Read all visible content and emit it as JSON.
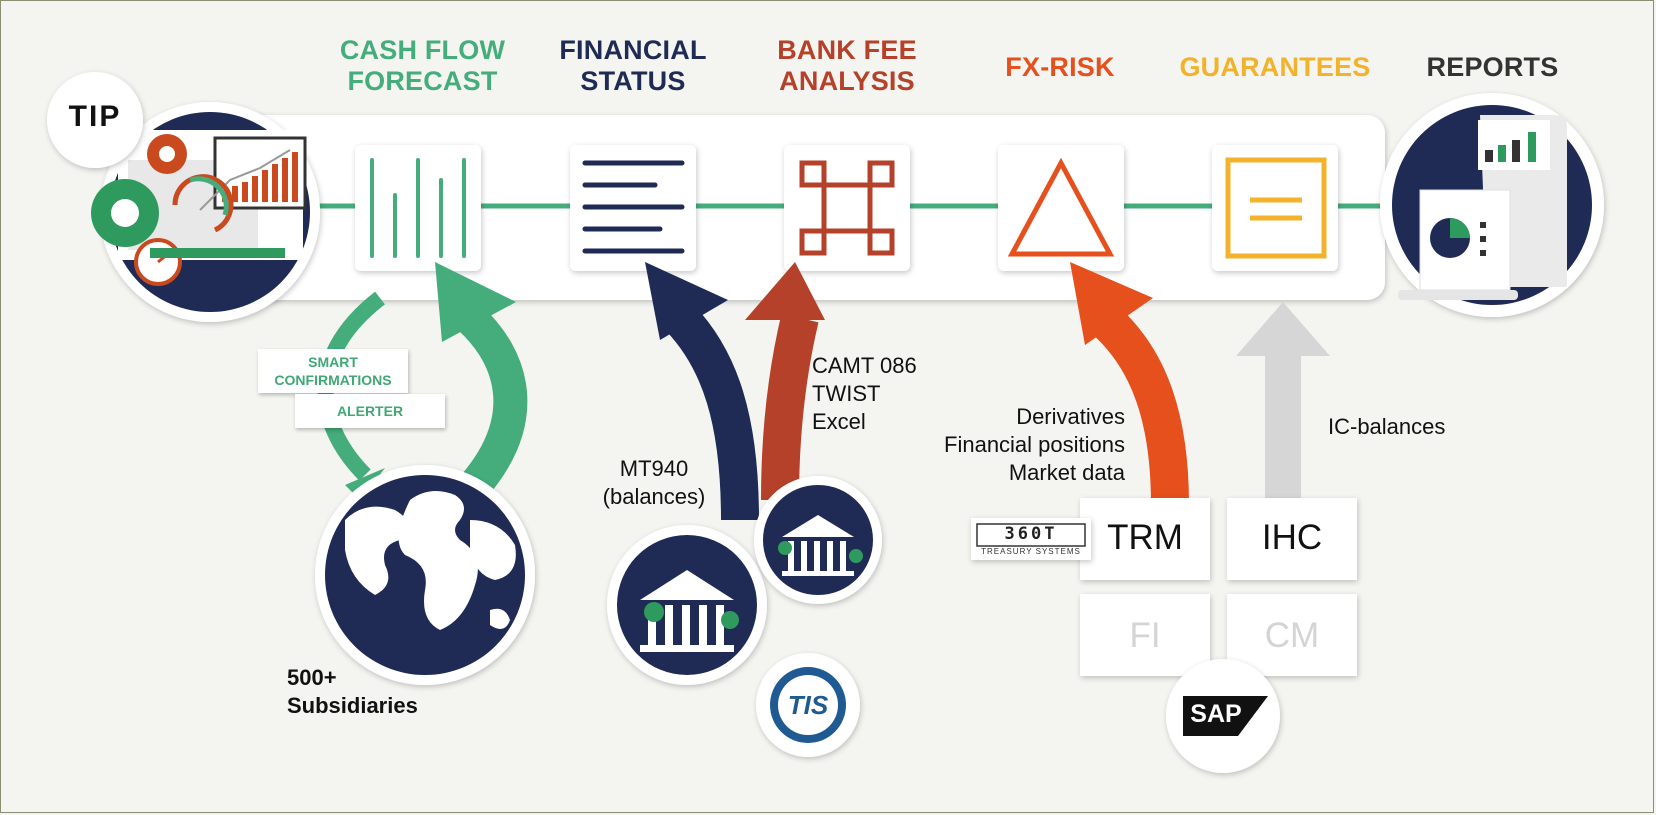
{
  "colors": {
    "green": "#45ad7c",
    "navy": "#1f2a55",
    "rust": "#b5412a",
    "orange": "#e5501d",
    "yellow": "#f2b22b",
    "grey": "#d6d6d6",
    "dark": "#333333"
  },
  "modules": [
    {
      "title": "CASH FLOW FORECAST",
      "line1": "CASH FLOW",
      "line2": "FORECAST",
      "icon": "bar-lines-icon",
      "color": "#45ad7c"
    },
    {
      "title": "FINANCIAL STATUS",
      "line1": "FINANCIAL",
      "line2": "STATUS",
      "icon": "text-lines-icon",
      "color": "#1f2a55"
    },
    {
      "title": "BANK FEE ANALYSIS",
      "line1": "BANK FEE",
      "line2": "ANALYSIS",
      "icon": "command-icon",
      "color": "#b5412a"
    },
    {
      "title": "FX-RISK",
      "line1": "FX-RISK",
      "line2": "",
      "icon": "triangle-icon",
      "color": "#e5501d"
    },
    {
      "title": "GUARANTEES",
      "line1": "GUARANTEES",
      "line2": "",
      "icon": "document-icon",
      "color": "#f2b22b"
    },
    {
      "title": "REPORTS",
      "line1": "REPORTS",
      "line2": "",
      "icon": "report-icon",
      "color": "#333333"
    }
  ],
  "tip_logo": "TIP",
  "tags": {
    "smart_line1": "SMART",
    "smart_line2": "CONFIRMATIONS",
    "alerter": "ALERTER"
  },
  "sources": {
    "subsidiaries_line1": "500+",
    "subsidiaries_line2": "Subsidiaries",
    "mt940_line1": "MT940",
    "mt940_line2": "(balances)",
    "camt_line1": "CAMT 086",
    "camt_line2": "TWIST",
    "camt_line3": "Excel",
    "fx_line1": "Derivatives",
    "fx_line2": "Financial positions",
    "fx_line3": "Market data",
    "ic_balances": "IC-balances"
  },
  "systems": {
    "trm": "TRM",
    "ihc": "IHC",
    "fi": "FI",
    "cm": "CM"
  },
  "logos": {
    "t360": "360T",
    "t360_sub": "TREASURY SYSTEMS",
    "tis": "TIS",
    "sap": "SAP"
  }
}
